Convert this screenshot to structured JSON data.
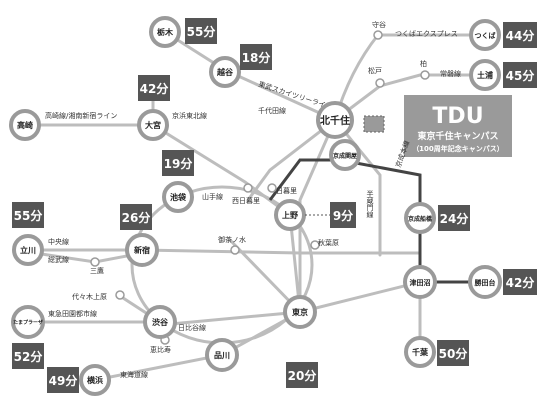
{
  "campus": {
    "logo": "TDU",
    "name": "東京千住キャンパス",
    "note": "（100周年記念キャンパス）",
    "color": "#9a9a9a"
  },
  "stations": {
    "tochigi": "栃木",
    "koshigaya": "越谷",
    "omiya": "大宮",
    "takasaki": "高崎",
    "ikebukuro": "池袋",
    "kitasenju": "北千住",
    "keisei_sekiya": "京成関屋",
    "ueno": "上野",
    "tsukuba": "つくば",
    "tsuchiura": "土浦",
    "keisei_funabashi": "京成船橋",
    "tachikawa": "立川",
    "shinjuku": "新宿",
    "shibuya": "渋谷",
    "tama_plaza": "たまプラーザ",
    "shinagawa": "品川",
    "tokyo": "東京",
    "tsudanuma": "津田沼",
    "katsutadai": "勝田台",
    "chiba": "千葉",
    "yokohama": "横浜"
  },
  "times": {
    "tochigi": "55分",
    "koshigaya": "18分",
    "omiya": "42分",
    "ikebukuro": "19分",
    "ueno": "9分",
    "tsukuba": "44分",
    "tsuchiura": "45分",
    "keisei_funabashi": "24分",
    "tachikawa": "55分",
    "shinjuku": "26分",
    "tama_plaza": "52分",
    "tokyo": "20分",
    "katsutadai": "42分",
    "chiba": "50分",
    "yokohama": "49分"
  },
  "minor_stations": {
    "moriya": "守谷",
    "matsudo": "松戸",
    "kashiwa": "柏",
    "nishinippori": "西日暮里",
    "nippori": "日暮里",
    "akihabara": "秋葉原",
    "ochanomizu": "御茶ノ水",
    "mitaka": "三鷹",
    "yoyogi_uehara": "代々木上原",
    "ebisu": "恵比寿"
  },
  "lines": {
    "skytree": "東武スカイツリーライン",
    "tx": "つくばエクスプレス",
    "joban": "常磐線",
    "chiyoda": "千代田線",
    "keihin_tohoku": "京浜東北線",
    "takasaki_shonan": "高崎線/湘南新宿ライン",
    "yamanote": "山手線",
    "chuo": "中央線",
    "sobu": "総武線",
    "denentoshi": "東急田園都市線",
    "hibiya": "日比谷線",
    "tokaido": "東海道線",
    "hanzomon": "半蔵門線",
    "keisei_main": "京成本線"
  }
}
